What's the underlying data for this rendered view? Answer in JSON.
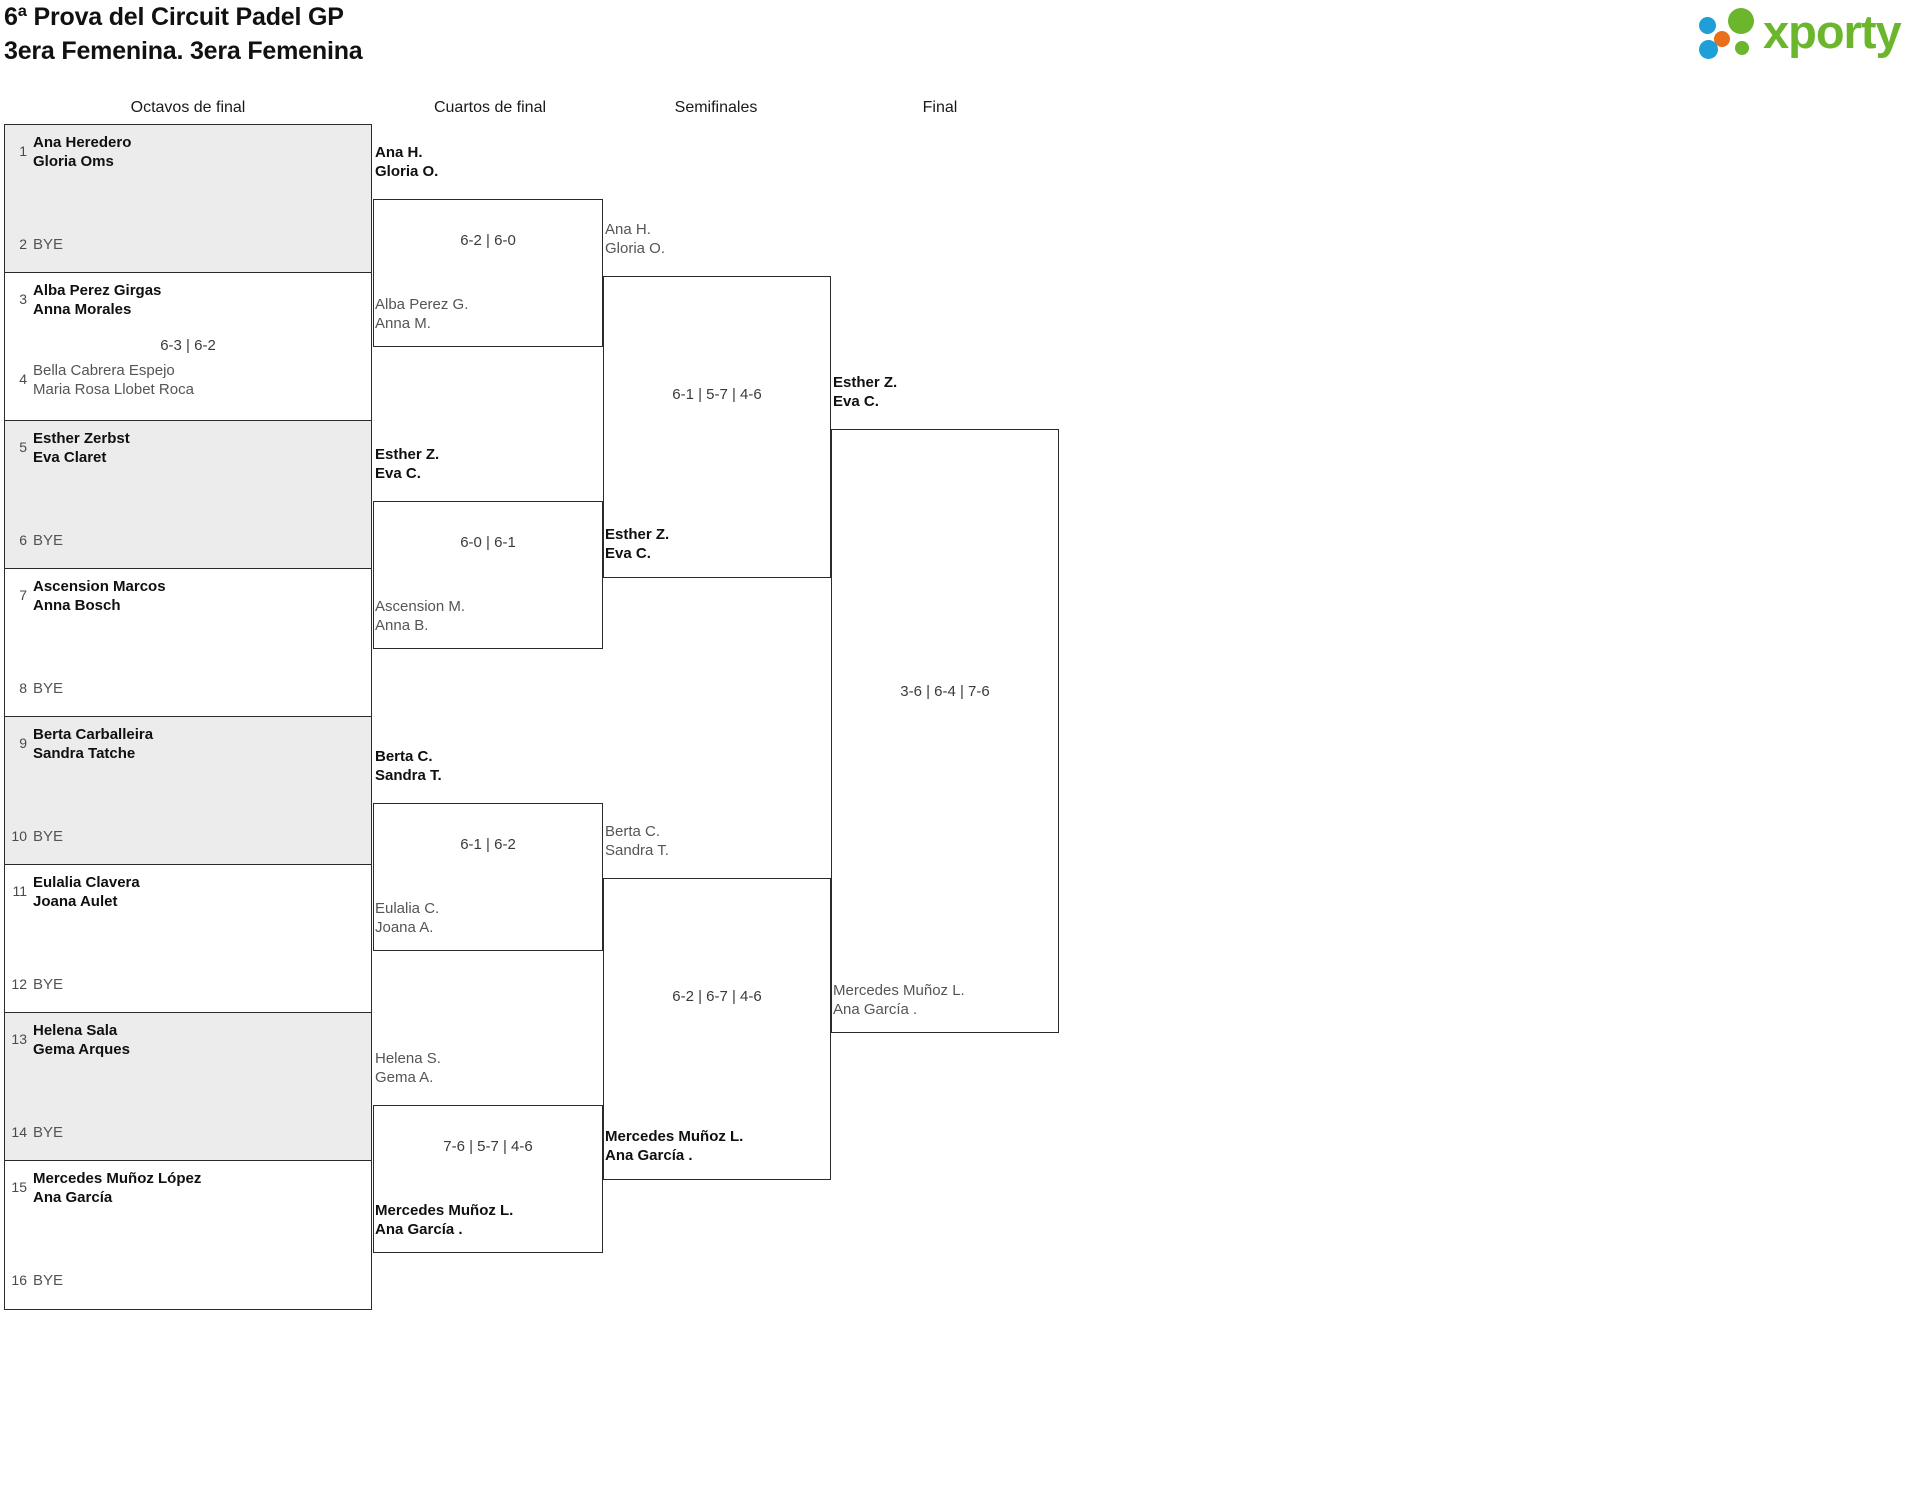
{
  "header": {
    "title_line1": "6ª Prova del Circuit Padel GP",
    "title_line2": "3era Femenina. 3era Femenina"
  },
  "logo": {
    "wordmark": "xporty",
    "dot_colors": [
      "#1e9fd8",
      "#e8701a",
      "#6cb62d"
    ],
    "green": "#6cb62d"
  },
  "rounds": [
    {
      "label": "Octavos de final"
    },
    {
      "label": "Cuartos de final"
    },
    {
      "label": "Semifinales"
    },
    {
      "label": "Final"
    }
  ],
  "round1": {
    "matches": [
      {
        "shaded": true,
        "top": {
          "seed": "1",
          "line1": "Ana Heredero",
          "line2": "Gloria Oms",
          "winner": true
        },
        "bottom": {
          "seed": "2",
          "line1": "BYE",
          "line2": "",
          "winner": false,
          "bye": true
        },
        "score": ""
      },
      {
        "shaded": false,
        "top": {
          "seed": "3",
          "line1": "Alba Perez Girgas",
          "line2": "Anna Morales",
          "winner": true
        },
        "bottom": {
          "seed": "4",
          "line1": "Bella Cabrera Espejo",
          "line2": "Maria Rosa Llobet Roca",
          "winner": false
        },
        "score": "6-3 | 6-2"
      },
      {
        "shaded": true,
        "top": {
          "seed": "5",
          "line1": "Esther Zerbst",
          "line2": "Eva Claret",
          "winner": true
        },
        "bottom": {
          "seed": "6",
          "line1": "BYE",
          "line2": "",
          "winner": false,
          "bye": true
        },
        "score": ""
      },
      {
        "shaded": false,
        "top": {
          "seed": "7",
          "line1": "Ascension Marcos",
          "line2": "Anna Bosch",
          "winner": true
        },
        "bottom": {
          "seed": "8",
          "line1": "BYE",
          "line2": "",
          "winner": false,
          "bye": true
        },
        "score": ""
      },
      {
        "shaded": true,
        "top": {
          "seed": "9",
          "line1": "Berta Carballeira",
          "line2": "Sandra Tatche",
          "winner": true
        },
        "bottom": {
          "seed": "10",
          "line1": "BYE",
          "line2": "",
          "winner": false,
          "bye": true
        },
        "score": ""
      },
      {
        "shaded": false,
        "top": {
          "seed": "11",
          "line1": "Eulalia Clavera",
          "line2": "Joana Aulet",
          "winner": true
        },
        "bottom": {
          "seed": "12",
          "line1": "BYE",
          "line2": "",
          "winner": false,
          "bye": true
        },
        "score": ""
      },
      {
        "shaded": true,
        "top": {
          "seed": "13",
          "line1": "Helena Sala",
          "line2": "Gema Arques",
          "winner": true
        },
        "bottom": {
          "seed": "14",
          "line1": "BYE",
          "line2": "",
          "winner": false,
          "bye": true
        },
        "score": ""
      },
      {
        "shaded": false,
        "top": {
          "seed": "15",
          "line1": "Mercedes Muñoz López",
          "line2": "Ana García",
          "winner": true
        },
        "bottom": {
          "seed": "16",
          "line1": "BYE",
          "line2": "",
          "winner": false,
          "bye": true
        },
        "score": ""
      }
    ]
  },
  "round2": {
    "matches": [
      {
        "top": {
          "line1": "Ana H.",
          "line2": "Gloria O.",
          "winner": true
        },
        "bottom": {
          "line1": "Alba Perez G.",
          "line2": "Anna M.",
          "winner": false
        },
        "score": "6-2 | 6-0"
      },
      {
        "top": {
          "line1": "Esther Z.",
          "line2": "Eva C.",
          "winner": true
        },
        "bottom": {
          "line1": "Ascension M.",
          "line2": "Anna B.",
          "winner": false
        },
        "score": "6-0 | 6-1"
      },
      {
        "top": {
          "line1": "Berta C.",
          "line2": "Sandra T.",
          "winner": true
        },
        "bottom": {
          "line1": "Eulalia C.",
          "line2": "Joana A.",
          "winner": false
        },
        "score": "6-1 | 6-2"
      },
      {
        "top": {
          "line1": "Helena S.",
          "line2": "Gema A.",
          "winner": false
        },
        "bottom": {
          "line1": "Mercedes Muñoz L.",
          "line2": "Ana García .",
          "winner": true
        },
        "score": "7-6 | 5-7 | 4-6"
      }
    ]
  },
  "round3": {
    "matches": [
      {
        "top": {
          "line1": "Ana H.",
          "line2": "Gloria O.",
          "winner": false
        },
        "bottom": {
          "line1": "Esther Z.",
          "line2": "Eva C.",
          "winner": true
        },
        "score": "6-1 | 5-7 | 4-6"
      },
      {
        "top": {
          "line1": "Berta C.",
          "line2": "Sandra T.",
          "winner": false
        },
        "bottom": {
          "line1": "Mercedes Muñoz L.",
          "line2": "Ana García .",
          "winner": true
        },
        "score": "6-2 | 6-7 | 4-6"
      }
    ]
  },
  "round4": {
    "matches": [
      {
        "top": {
          "line1": "Esther Z.",
          "line2": "Eva C.",
          "winner": true
        },
        "bottom": {
          "line1": "Mercedes Muñoz L.",
          "line2": "Ana García .",
          "winner": false
        },
        "score": "3-6 | 6-4 | 7-6"
      }
    ]
  }
}
